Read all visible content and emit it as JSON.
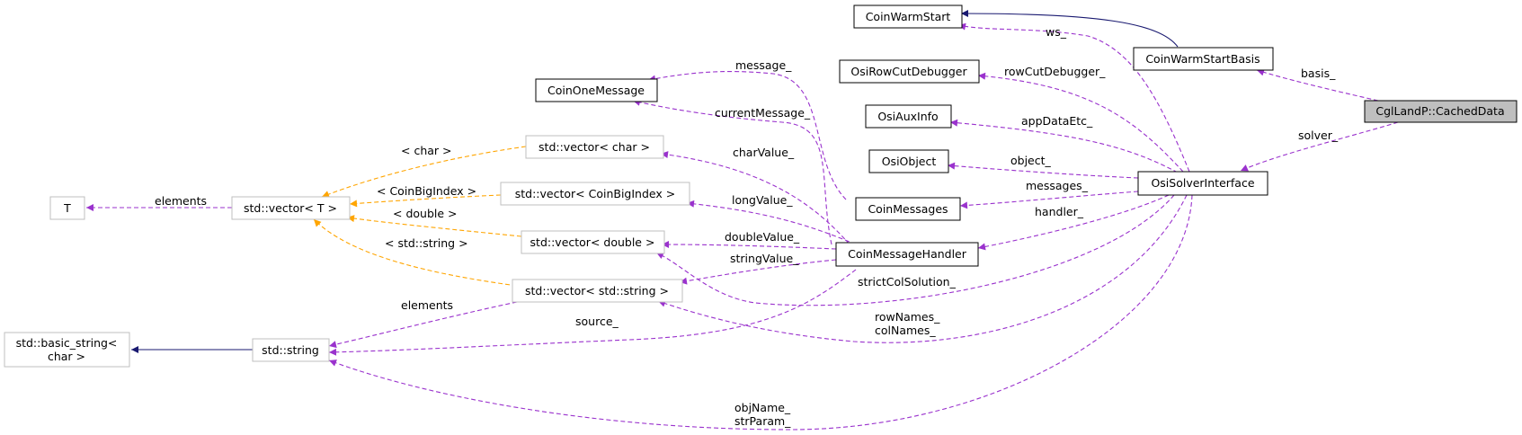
{
  "colors": {
    "usage": "#9a32cd",
    "template": "#ffa500",
    "inheritance": "#191970",
    "node_border": "#000000",
    "external_border": "#bfbfbf",
    "highlight_fill": "#bfbfbf"
  },
  "nodes": {
    "cached": {
      "label": "CglLandP::CachedData"
    },
    "coinwarmstart": {
      "label": "CoinWarmStart"
    },
    "coinwarmstartbasis": {
      "label": "CoinWarmStartBasis"
    },
    "osirowcutdebugger": {
      "label": "OsiRowCutDebugger"
    },
    "osiauxinfo": {
      "label": "OsiAuxInfo"
    },
    "osiobject": {
      "label": "OsiObject"
    },
    "osisolver": {
      "label": "OsiSolverInterface"
    },
    "coinonemessage": {
      "label": "CoinOneMessage"
    },
    "coinmessages": {
      "label": "CoinMessages"
    },
    "coinmessagehandler": {
      "label": "CoinMessageHandler"
    },
    "vec_char": {
      "label": "std::vector< char >"
    },
    "vec_bigindex": {
      "label": "std::vector< CoinBigIndex >"
    },
    "vec_double": {
      "label": "std::vector< double >"
    },
    "vec_string": {
      "label": "std::vector< std::string >"
    },
    "vec_t": {
      "label": "std::vector< T >"
    },
    "t": {
      "label": "T"
    },
    "string": {
      "label": "std::string"
    },
    "basic_string": {
      "line1": "std::basic_string<",
      "line2": "char >"
    }
  },
  "edge_labels": {
    "basis": "basis_",
    "solver": "solver_",
    "ws": "ws_",
    "rowcutdebugger": "rowCutDebugger_",
    "appdataetc": "appDataEtc_",
    "object": "object_",
    "messages": "messages_",
    "handler": "handler_",
    "strictcolsolution": "strictColSolution_",
    "rownames": "rowNames_",
    "colnames": "colNames_",
    "objname": "objName_",
    "strparam": "strParam_",
    "message": "message_",
    "currentmessage": "currentMessage_",
    "charvalue": "charValue_",
    "longvalue": "longValue_",
    "doublevalue": "doubleValue_",
    "stringvalue": "stringValue_",
    "source": "source_",
    "elements_t": "elements",
    "elements_string": "elements",
    "tmpl_char": "< char >",
    "tmpl_bigindex": "< CoinBigIndex >",
    "tmpl_double": "< double >",
    "tmpl_string": "< std::string >"
  }
}
